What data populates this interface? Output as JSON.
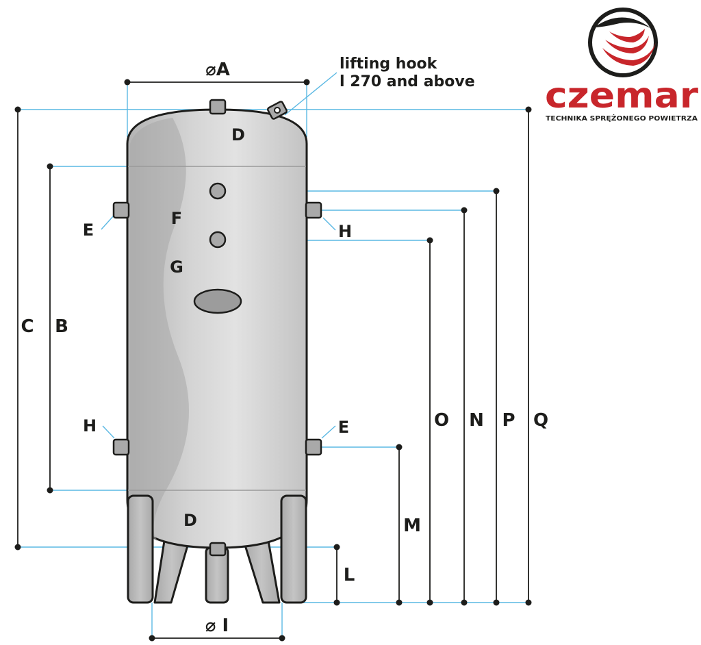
{
  "brand": {
    "name": "czemar",
    "tagline": "TECHNIKA SPRĘŻONEGO POWIETRZA",
    "colors": {
      "red": "#c8262b",
      "dark": "#1d1d1b"
    }
  },
  "annotations": {
    "hook_line1": "lifting hook",
    "hook_line2": "l 270 and above"
  },
  "labels": {
    "A": "⌀A",
    "I": "⌀ I",
    "B": "B",
    "C": "C",
    "D_top": "D",
    "D_bottom": "D",
    "E_left": "E",
    "E_right": "E",
    "F": "F",
    "G": "G",
    "H_left": "H",
    "H_right": "H",
    "L": "L",
    "M": "M",
    "N": "N",
    "O": "O",
    "P": "P",
    "Q": "Q"
  },
  "colors": {
    "dimension_line": "#1d1d1b",
    "extension_line": "#5ab8e3",
    "tank_body": "#c9c9c9",
    "tank_highlight": "#e6e6e6",
    "outline": "#1d1d1b"
  }
}
